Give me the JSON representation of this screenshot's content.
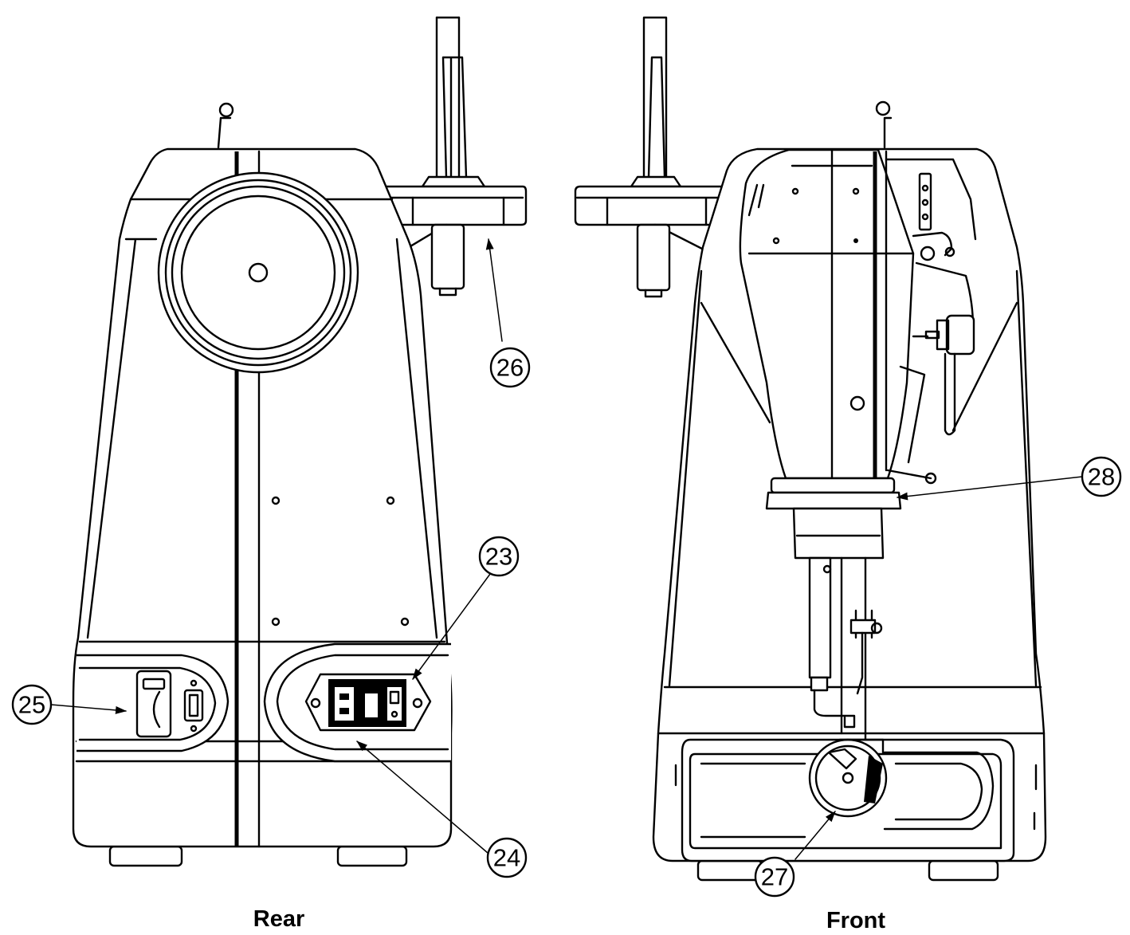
{
  "views": [
    {
      "id": "rear",
      "label": "Rear"
    },
    {
      "id": "front",
      "label": "Front"
    }
  ],
  "callouts": [
    {
      "id": "c23",
      "number": "23",
      "part": "power-switch"
    },
    {
      "id": "c24",
      "number": "24",
      "part": "power-inlet"
    },
    {
      "id": "c25",
      "number": "25",
      "part": "card-slot-and-usb-port"
    },
    {
      "id": "c26",
      "number": "26",
      "part": "spool-pin"
    },
    {
      "id": "c27",
      "number": "27",
      "part": "bobbin-case-area"
    },
    {
      "id": "c28",
      "number": "28",
      "part": "needle-bar-collar"
    }
  ],
  "colors": {
    "line": "#000000",
    "background": "#ffffff"
  }
}
